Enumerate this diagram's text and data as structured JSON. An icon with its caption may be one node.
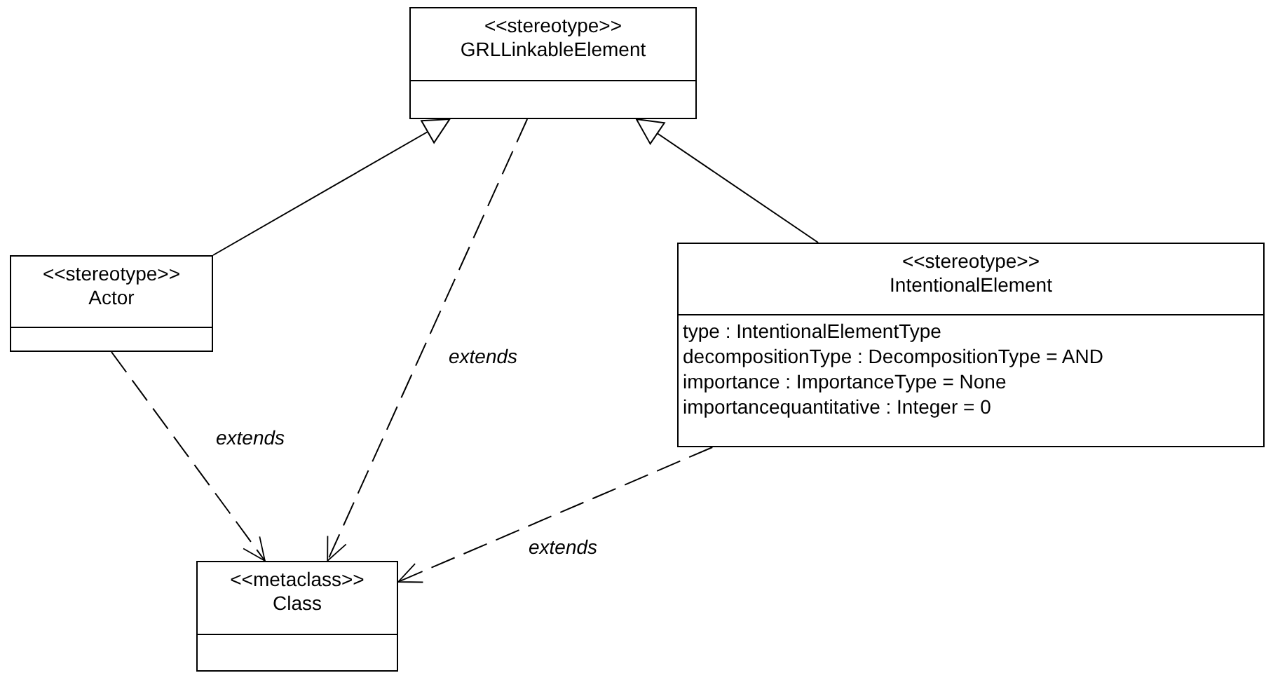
{
  "diagram": {
    "nodes": [
      {
        "text": [
          "<<stereotype>>",
          "GRLLinkableElement"
        ]
      },
      {
        "text": [
          "<<stereotype>>",
          "Actor"
        ]
      },
      {
        "text": [
          "<<stereotype>>",
          "IntentionalElement",
          "type : IntentionalElementType",
          "decompositionType : DecompositionType = AND",
          "importance : ImportanceType = None",
          "importancequantitative : Integer = 0"
        ]
      },
      {
        "text": [
          "<<metaclass>>",
          "Class"
        ]
      }
    ],
    "edges": [
      {
        "from": 1,
        "to": 0,
        "arrow": "to"
      },
      {
        "from": 2,
        "to": 0,
        "arrow": "to"
      },
      {
        "from": 0,
        "to": 3,
        "arrow": "to",
        "label": "extends",
        "style": "dashed"
      },
      {
        "from": 1,
        "to": 3,
        "arrow": "to",
        "label": "extends",
        "style": "dashed"
      },
      {
        "from": 2,
        "to": 3,
        "arrow": "to",
        "label": "extends",
        "style": "dashed"
      }
    ]
  }
}
